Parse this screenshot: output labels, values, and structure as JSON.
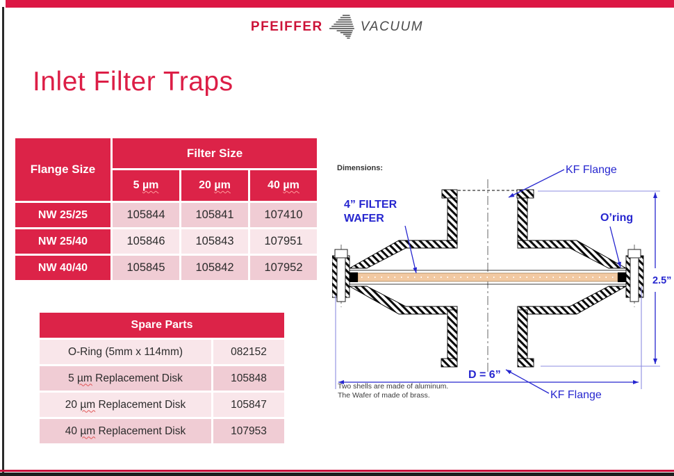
{
  "logo": {
    "brand": "PFEIFFER",
    "product": "VACUUM"
  },
  "title": "Inlet Filter Traps",
  "filter_table": {
    "corner_header": "Flange Size",
    "group_header": "Filter Size",
    "columns": [
      "5 µm",
      "20 µm",
      "40 µm"
    ],
    "rows": [
      {
        "flange": "NW 25/25",
        "parts": [
          "105844",
          "105841",
          "107410"
        ]
      },
      {
        "flange": "NW 25/40",
        "parts": [
          "105846",
          "105843",
          "107951"
        ]
      },
      {
        "flange": "NW 40/40",
        "parts": [
          "105845",
          "105842",
          "107952"
        ]
      }
    ]
  },
  "spare_table": {
    "header": "Spare Parts",
    "rows": [
      {
        "item": "O-Ring (5mm x 114mm)",
        "part": "082152"
      },
      {
        "item": "5 µm Replacement Disk",
        "part": "105848"
      },
      {
        "item": "20 µm Replacement Disk",
        "part": "105847"
      },
      {
        "item": "40 µm Replacement Disk",
        "part": "107953"
      }
    ]
  },
  "diagram": {
    "dimensions_label": "Dimensions:",
    "kf_flange_top": "KF Flange",
    "filter_wafer_line1": "4” FILTER",
    "filter_wafer_line2": "WAFER",
    "oring_label": "O’ring",
    "height_dim": "2.5”",
    "diameter_dim": "D = 6”",
    "kf_flange_bottom": "KF Flange",
    "note_line1": "Two shells are made of aluminum.",
    "note_line2": "The Wafer of made of brass."
  },
  "colors": {
    "brand_red": "#dc1744",
    "table_header_red": "#dc2348",
    "row_pink_dark": "#f0ccd4",
    "row_pink_light": "#f9e6ea",
    "annotation_blue": "#2626cf",
    "wafer_tan": "#f2c9a2"
  }
}
